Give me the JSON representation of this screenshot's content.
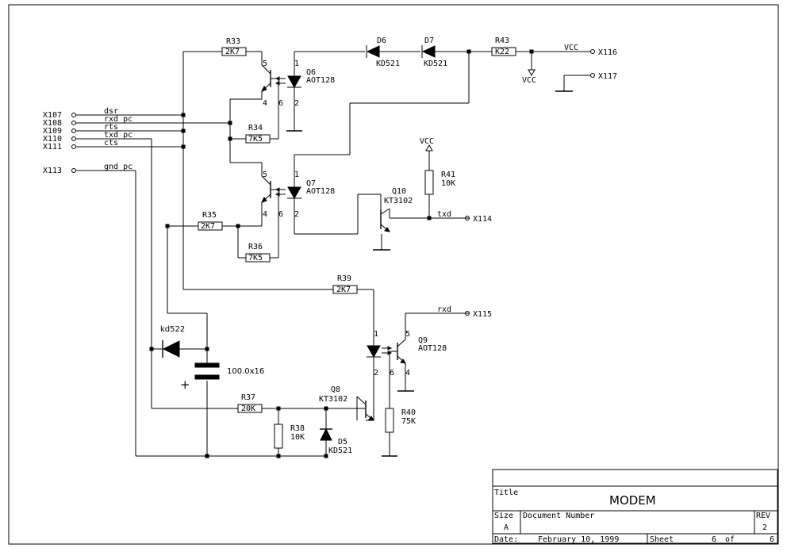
{
  "ports": {
    "x107": "X107",
    "x108": "X108",
    "x109": "X109",
    "x110": "X110",
    "x111": "X111",
    "x113": "X113",
    "x114": "X114",
    "x115": "X115",
    "x116": "X116",
    "x117": "X117"
  },
  "nets": {
    "dsr": "dsr",
    "rxd_pc": "rxd pc",
    "rts": "rts",
    "txd_pc": "txd pc",
    "cts": "cts",
    "gnd_pc": "gnd pc",
    "txd": "txd",
    "rxd": "rxd"
  },
  "components": {
    "r33": {
      "ref": "R33",
      "value": "2K7"
    },
    "r34": {
      "ref": "R34",
      "value": "7K5"
    },
    "r35": {
      "ref": "R35",
      "value": "2K7"
    },
    "r36": {
      "ref": "R36",
      "value": "7K5"
    },
    "r37": {
      "ref": "R37",
      "value": "20K"
    },
    "r38": {
      "ref": "R38",
      "value": "10K"
    },
    "r39": {
      "ref": "R39",
      "value": "2K7"
    },
    "r40": {
      "ref": "R40",
      "value": "75K"
    },
    "r41": {
      "ref": "R41",
      "value": "10K"
    },
    "r43": {
      "ref": "R43",
      "value": "K22"
    },
    "d5": {
      "ref": "D5",
      "value": "KD521"
    },
    "d6": {
      "ref": "D6",
      "value": "KD521"
    },
    "d7": {
      "ref": "D7",
      "value": "KD521"
    },
    "q6": {
      "ref": "Q6",
      "value": "AOT128"
    },
    "q7": {
      "ref": "Q7",
      "value": "AOT128"
    },
    "q8": {
      "ref": "Q8",
      "value": "KT3102"
    },
    "q9": {
      "ref": "Q9",
      "value": "AOT128"
    },
    "q10": {
      "ref": "Q10",
      "value": "KT3102"
    },
    "diode_kd522": "kd522",
    "capacitor": "100.0x16",
    "cap_plus": "+"
  },
  "pins": {
    "p1": "1",
    "p2": "2",
    "p4": "4",
    "p5": "5",
    "p6": "6"
  },
  "power": {
    "vcc": "VCC"
  },
  "title_block": {
    "title_label": "Title",
    "title": "MODEM",
    "size_label": "Size",
    "size": "A",
    "docnum_label": "Document Number",
    "rev_label": "REV",
    "rev": "2",
    "date_label": "Date:",
    "date": "February 10, 1999",
    "sheet_label": "Sheet",
    "sheet_num": "6",
    "of_label": "of",
    "sheet_total": "6"
  }
}
